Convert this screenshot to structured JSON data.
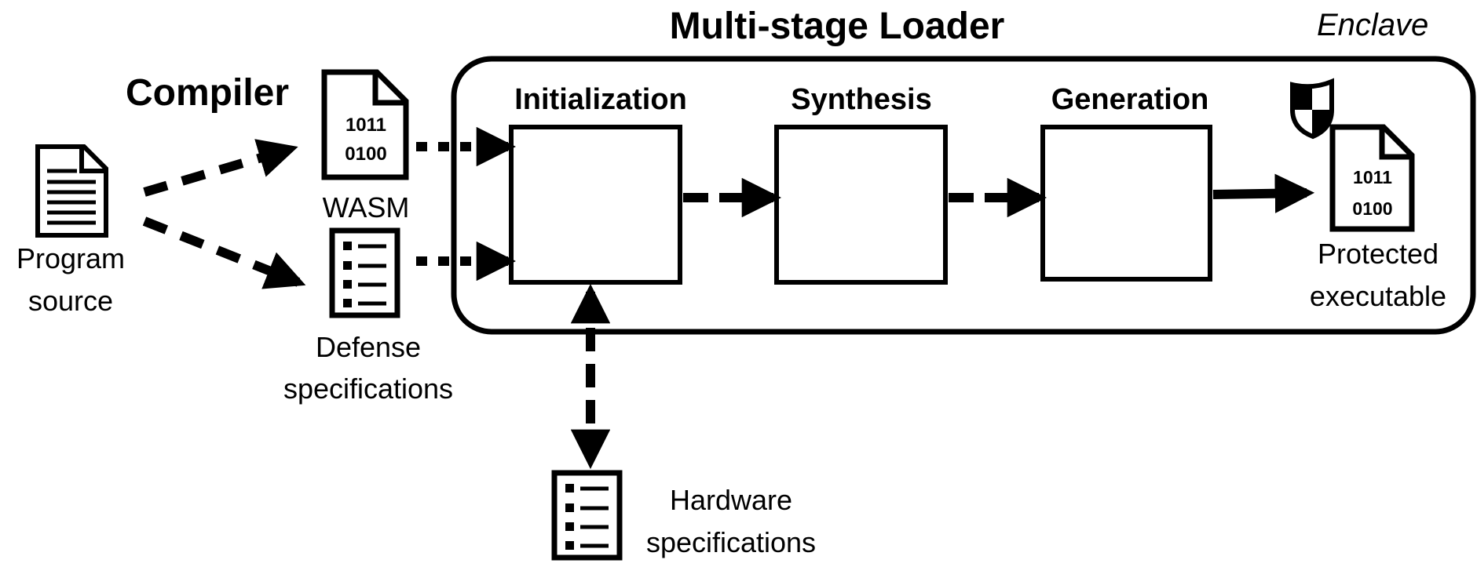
{
  "diagram": {
    "loader_title": "Multi-stage Loader",
    "enclave_label": "Enclave",
    "compiler_label": "Compiler",
    "program_source": [
      "Program",
      "source"
    ],
    "wasm_label": "WASM",
    "binary_text": [
      "1011",
      "0100"
    ],
    "defense_spec": [
      "Defense",
      "specifications"
    ],
    "hardware_spec": [
      "Hardware",
      "specifications"
    ],
    "protected_exec": [
      "Protected",
      "executable"
    ],
    "stages": [
      "Initialization",
      "Synthesis",
      "Generation"
    ]
  },
  "icons": {
    "source": "document-lines-icon",
    "wasm": "binary-file-icon",
    "defense": "checklist-icon",
    "hardware": "checklist-icon",
    "protected": "shield-icon"
  }
}
